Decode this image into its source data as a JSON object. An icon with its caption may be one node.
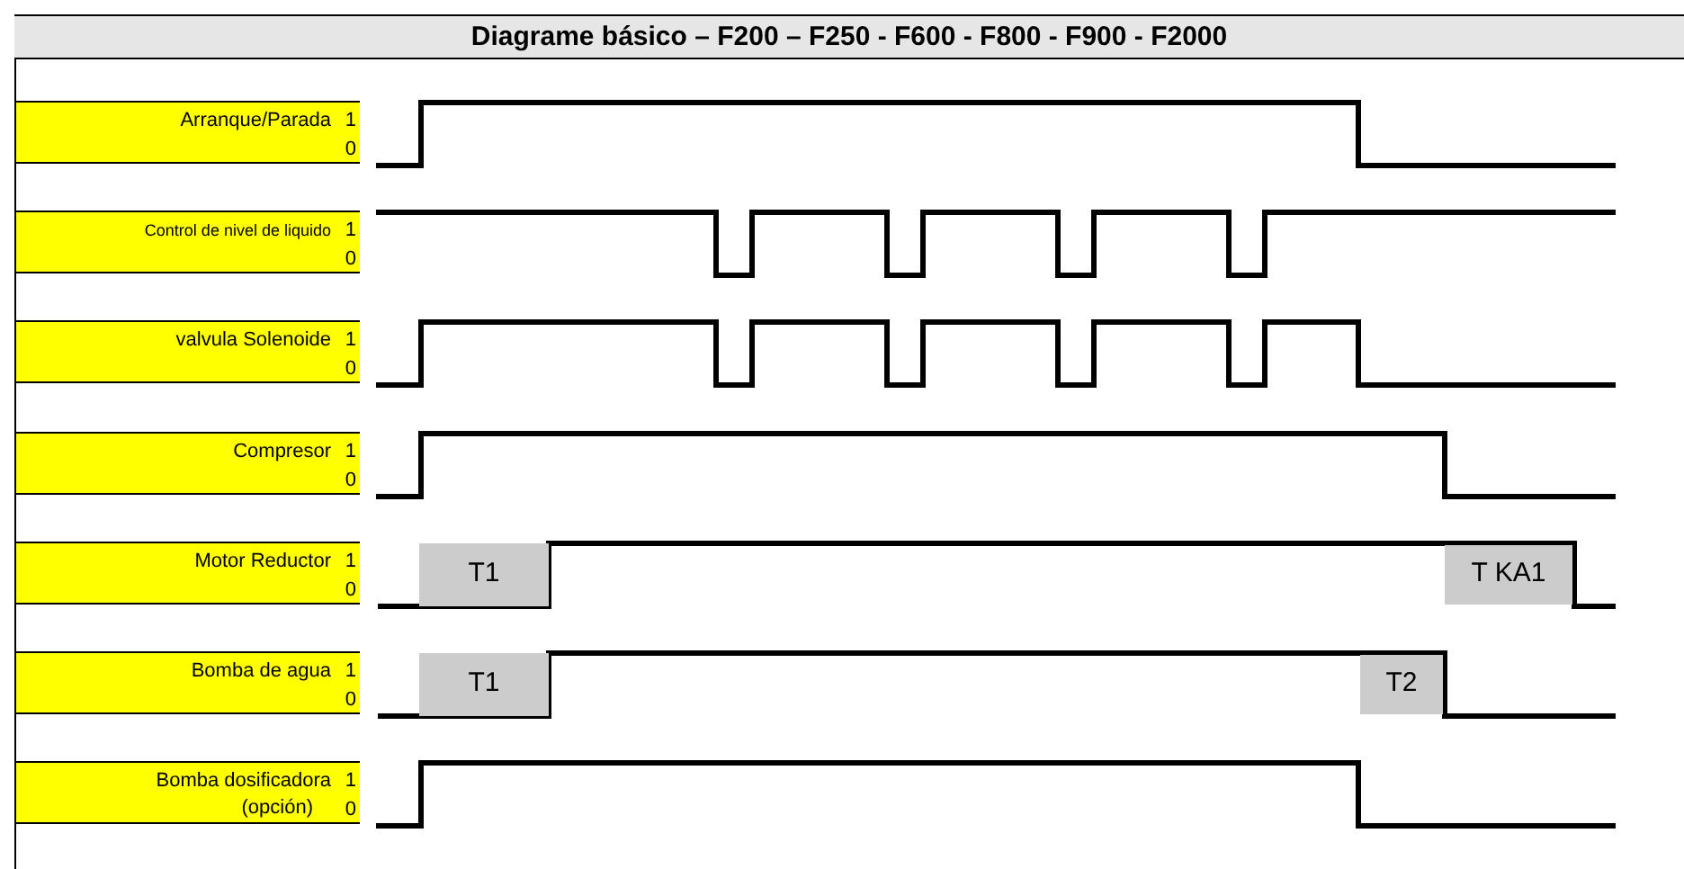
{
  "diagram": {
    "title": "Diagrame básico – F200 – F250 - F600 - F800 - F900 - F2000",
    "nodes": [
      {
        "text": [
          "Arranque/Parada",
          "1",
          "0"
        ]
      },
      {
        "text": [
          "Control de nivel de liquido",
          "1",
          "0"
        ]
      },
      {
        "text": [
          "valvula Solenoide",
          "1",
          "0"
        ]
      },
      {
        "text": [
          "Compresor",
          "1",
          "0"
        ]
      },
      {
        "text": [
          "Motor Reductor",
          "1",
          "0"
        ]
      },
      {
        "text": [
          "Bomba de agua",
          "1",
          "0"
        ]
      },
      {
        "text": [
          "Bomba dosificadora",
          "(opción)",
          "1",
          "0"
        ]
      },
      {
        "text": [
          "T1"
        ]
      },
      {
        "text": [
          "T KA1"
        ]
      },
      {
        "text": [
          "T1"
        ]
      },
      {
        "text": [
          "T2"
        ]
      }
    ]
  }
}
